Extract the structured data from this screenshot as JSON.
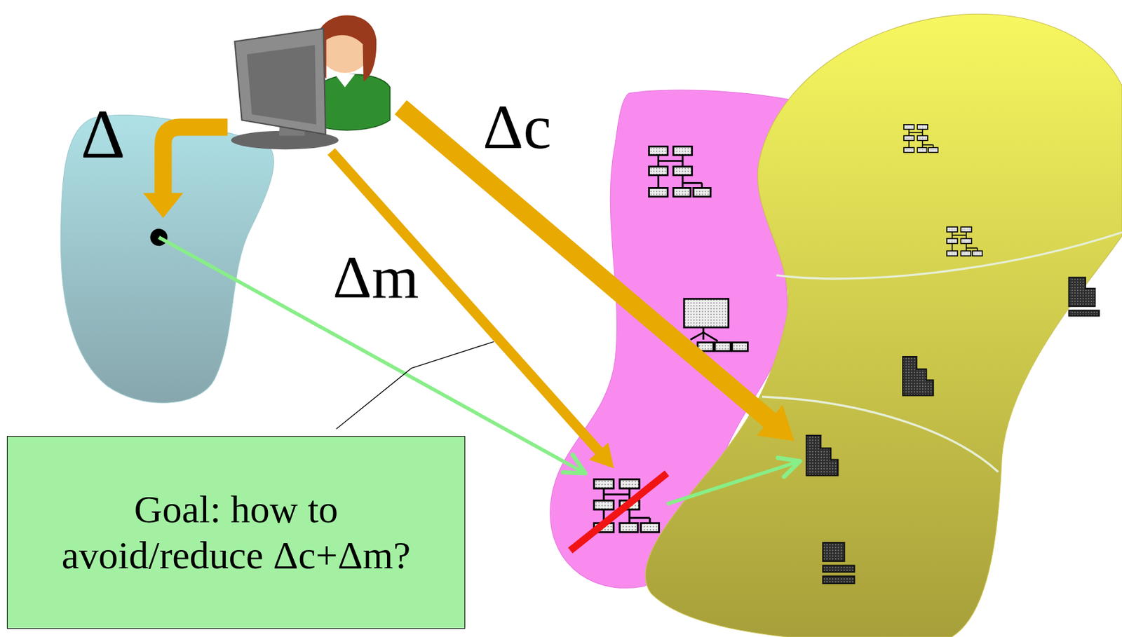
{
  "diagram": {
    "nodes": [
      {
        "text": [
          "Goal: how to avoid/reduce Δc+Δm?"
        ]
      }
    ],
    "labels": [
      "Δ",
      "Δc",
      "Δm"
    ]
  }
}
